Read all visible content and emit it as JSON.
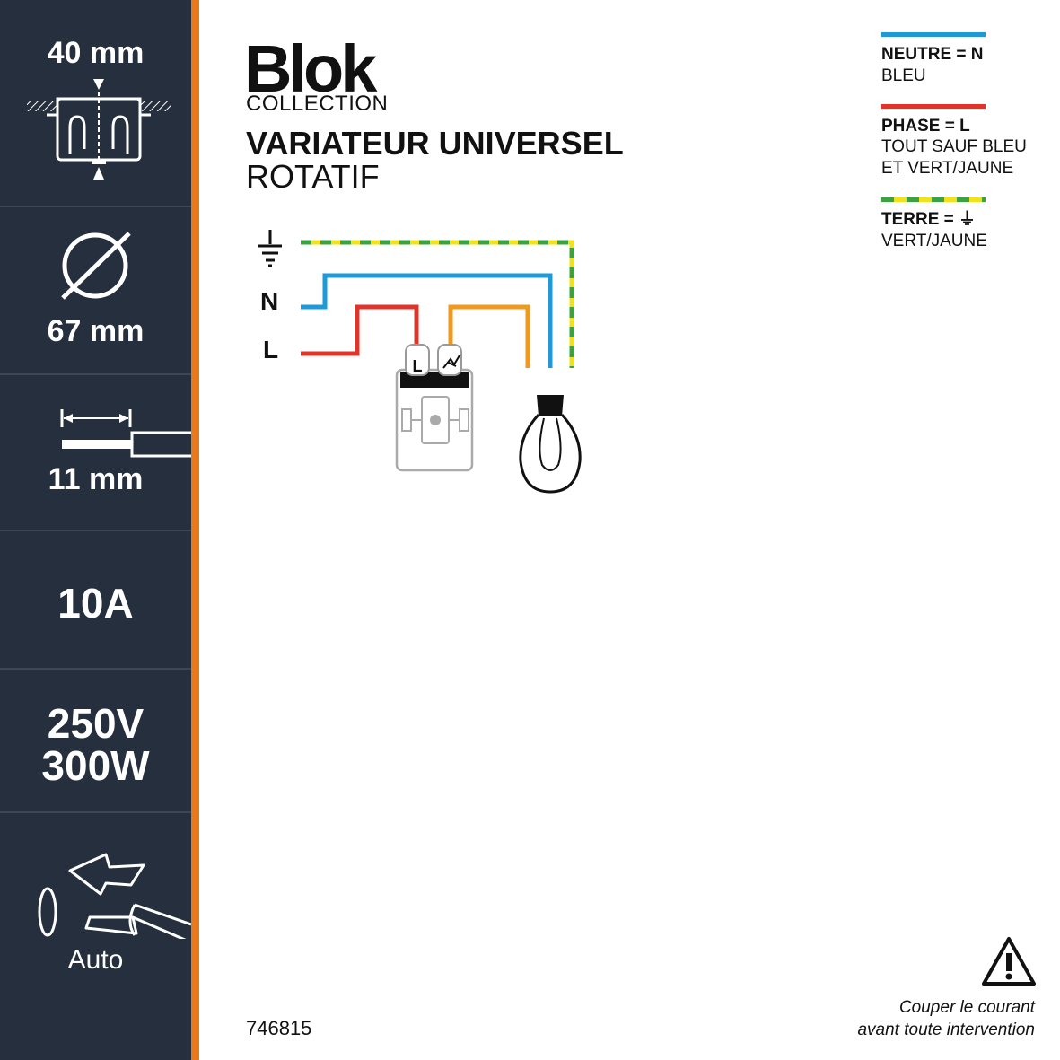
{
  "sidebar": {
    "box_depth": "40 mm",
    "diameter": "67 mm",
    "strip_length": "11 mm",
    "current": "10A",
    "voltage": "250V",
    "power": "300W",
    "connection_type": "Auto"
  },
  "header": {
    "brand": "Blok",
    "brand_sub": "COLLECTION",
    "title": "VARIATEUR UNIVERSEL",
    "subtitle": "ROTATIF"
  },
  "legend": {
    "neutral_title": "NEUTRE = N",
    "neutral_desc": "BLEU",
    "phase_title": "PHASE = L",
    "phase_desc_1": "TOUT SAUF BLEU",
    "phase_desc_2": "ET VERT/JAUNE",
    "earth_title": "TERRE = ⏚",
    "earth_desc": "VERT/JAUNE"
  },
  "diagram": {
    "label_neutral": "N",
    "label_phase": "L",
    "terminal_phase": "L"
  },
  "footer": {
    "article_number": "746815",
    "warning_line_1": "Couper le courant",
    "warning_line_2": "avant toute intervention"
  },
  "colors": {
    "sidebar_bg": "#262f3d",
    "accent_orange": "#e87a1d",
    "neutral_blue": "#1e9ad8",
    "phase_red": "#e0342b",
    "load_orange": "#ef9a1c",
    "earth_green": "#3aa340",
    "earth_yellow": "#f2e21b"
  },
  "icons": {
    "box_depth": "flush-box-icon",
    "diameter": "diameter-icon",
    "strip": "wire-strip-icon",
    "auto": "auto-terminal-icon",
    "earth": "earth-ground-icon",
    "dimmer": "dimmer-icon",
    "bulb": "light-bulb-icon",
    "warning": "warning-icon"
  }
}
